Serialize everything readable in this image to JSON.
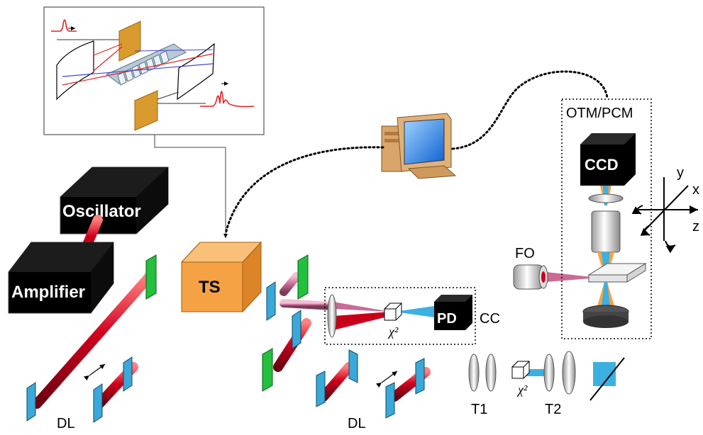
{
  "labels": {
    "oscillator": "Oscillator",
    "amplifier": "Amplifier",
    "ts": "TS",
    "fo": "FO",
    "otm_pcm": "OTM/PCM",
    "ccd": "CCD",
    "pd": "PD",
    "cc": "CC",
    "chi2": "χ²",
    "dl": "DL",
    "t1": "T1",
    "t2": "T2",
    "axis_x": "x",
    "axis_y": "y",
    "axis_z": "z"
  },
  "colors": {
    "beam_red": "#c8001a",
    "beam_pink": "#c96b95",
    "beam_blue": "#3cb0e0",
    "mirror_green": "#22c03c",
    "mirror_blue": "#3aa8d8",
    "ts_orange": "#f5a245",
    "dark_box": "#000000"
  }
}
